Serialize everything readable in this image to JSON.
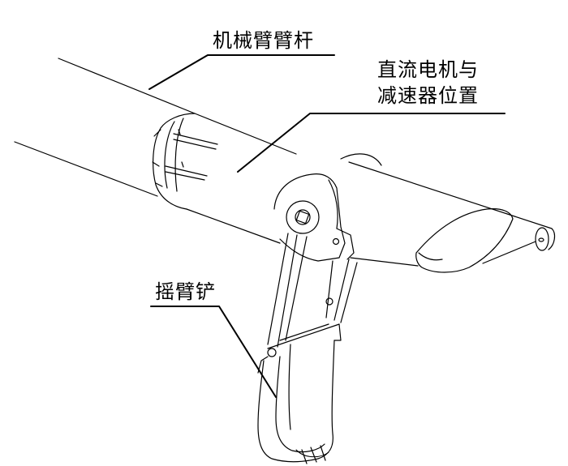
{
  "labels": {
    "arm_rod": "机械臂臂杆",
    "motor_line1": "直流电机与",
    "motor_line2": "减速器位置",
    "rocker_shovel": "摇臂铲"
  }
}
